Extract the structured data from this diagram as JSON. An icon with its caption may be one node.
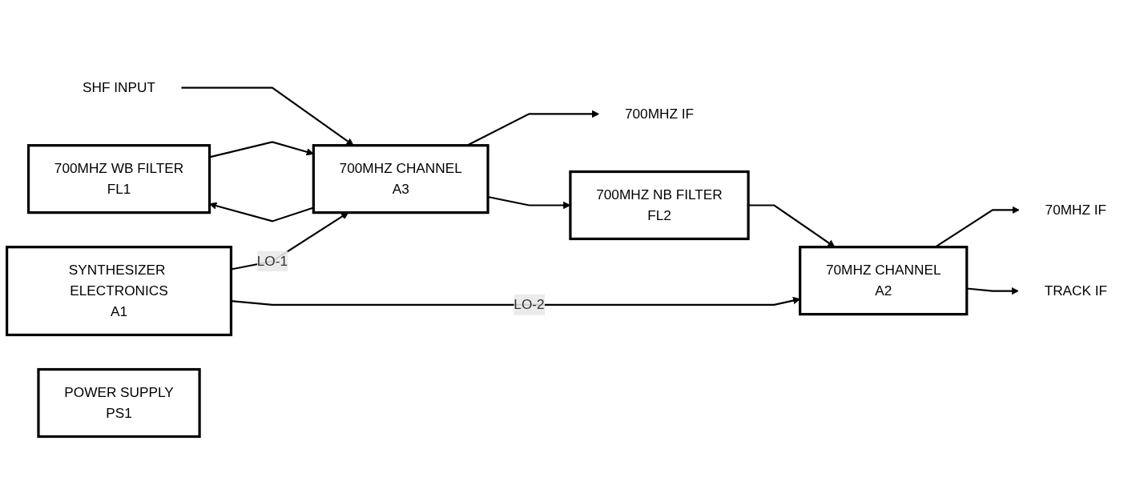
{
  "diagram": {
    "nodes": [
      {
        "text": [
          "700MHZ WB FILTER",
          "FL1"
        ]
      },
      {
        "text": [
          "SHF INPUT"
        ]
      },
      {
        "text": [
          "700MHZ CHANNEL",
          "A3"
        ]
      },
      {
        "text": [
          "700MHZ NB FILTER",
          "FL2"
        ]
      },
      {
        "text": [
          "70MHZ CHANNEL",
          "A2"
        ]
      },
      {
        "text": [
          "700MHZ IF"
        ]
      },
      {
        "text": [
          "70MHZ IF"
        ]
      },
      {
        "text": [
          "TRACK IF"
        ]
      },
      {
        "text": [
          "SYNTHESIZER ELECTRONICS",
          "A1"
        ]
      },
      {
        "text": [
          "POWER SUPPLY",
          "PS1"
        ]
      }
    ],
    "edges": [
      {
        "from": 2,
        "to": 0,
        "arrow": "to"
      },
      {
        "from": 0,
        "to": 2,
        "arrow": "to"
      },
      {
        "from": 2,
        "to": 5,
        "arrow": "to"
      },
      {
        "from": 1,
        "to": 2,
        "arrow": "to"
      },
      {
        "from": 2,
        "to": 3,
        "arrow": "to"
      },
      {
        "from": 3,
        "to": 4,
        "arrow": "to"
      },
      {
        "from": 4,
        "to": 6,
        "arrow": "to"
      },
      {
        "from": 4,
        "to": 7,
        "arrow": "to"
      },
      {
        "from": 8,
        "to": 2,
        "arrow": "to",
        "label": "LO-1"
      },
      {
        "from": 8,
        "to": 4,
        "arrow": "to",
        "label": "LO-2"
      }
    ]
  }
}
